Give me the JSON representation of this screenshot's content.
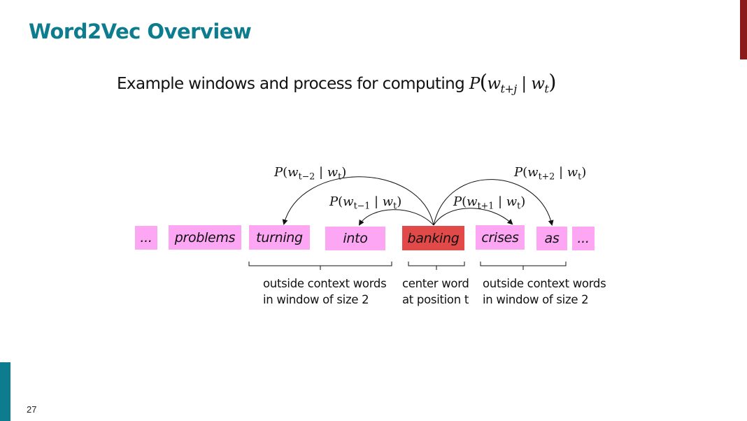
{
  "slide": {
    "title": "Word2Vec Overview",
    "page_number": "27",
    "accent_color": "#0e7c8f",
    "corner_bar_color": "#8b1a1a"
  },
  "subtitle": {
    "text": "Example windows and process for computing ",
    "formula": {
      "P": "P",
      "w1": "w",
      "sub1": "t+j",
      "bar": "|",
      "w2": "w",
      "sub2": "t"
    }
  },
  "words": [
    {
      "text": "...",
      "role": "ellipsis"
    },
    {
      "text": "problems",
      "role": "other"
    },
    {
      "text": "turning",
      "role": "context"
    },
    {
      "text": "into",
      "role": "context"
    },
    {
      "text": "banking",
      "role": "center"
    },
    {
      "text": "crises",
      "role": "context"
    },
    {
      "text": "as",
      "role": "context"
    },
    {
      "text": "...",
      "role": "ellipsis"
    }
  ],
  "word_colors": {
    "context": "#fca6f4",
    "center": "#e24a4a"
  },
  "probabilities": [
    {
      "sub": "t−2",
      "cond_sub": "t"
    },
    {
      "sub": "t−1",
      "cond_sub": "t"
    },
    {
      "sub": "t+1",
      "cond_sub": "t"
    },
    {
      "sub": "t+2",
      "cond_sub": "t"
    }
  ],
  "captions": {
    "left": [
      "outside context words",
      "in window of size 2"
    ],
    "center": [
      "center word",
      "at position t"
    ],
    "right": [
      "outside context words",
      "in window of size 2"
    ]
  }
}
